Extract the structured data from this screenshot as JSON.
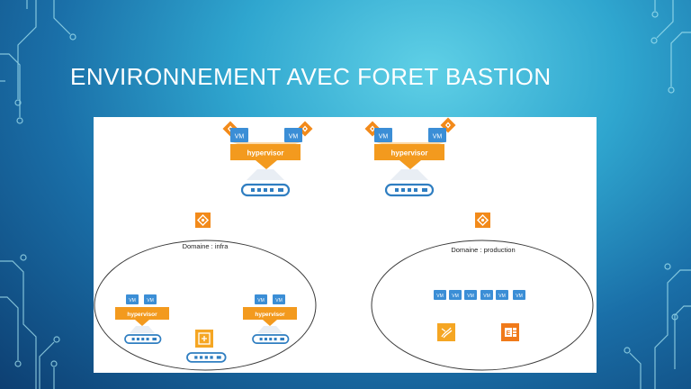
{
  "slide": {
    "title": "ENVIRONNEMENT AVEC FORET BASTION"
  },
  "diagram": {
    "vm_label": "VM",
    "hypervisor_label": "hypervisor",
    "domains": [
      {
        "label": "Domaine : infra"
      },
      {
        "label": "Domaine : production"
      }
    ]
  },
  "colors": {
    "vm_blue": "#3b8ed6",
    "hypervisor_orange": "#f39a1e",
    "server_blue": "#2f7ec1",
    "badge_orange": "#f28a1a",
    "exchange_orange": "#f07a1a"
  },
  "icons": [
    "domain-controller-icon",
    "server-icon",
    "vm-icon",
    "sql-server-icon",
    "exchange-icon",
    "management-console-icon"
  ]
}
